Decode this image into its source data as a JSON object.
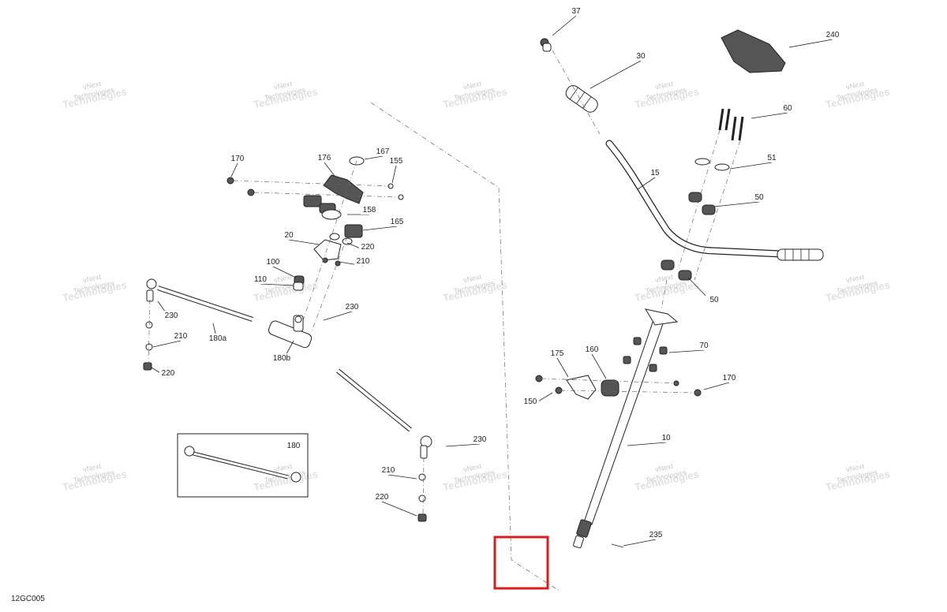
{
  "watermark": {
    "line1": "vNext",
    "line2": "Technologies"
  },
  "drawing_code": "12GC005",
  "inset_label": "180",
  "parts": [
    "37",
    "30",
    "240",
    "60",
    "15",
    "51",
    "50",
    "50",
    "70",
    "160",
    "175",
    "170",
    "150",
    "10",
    "235",
    "170",
    "176",
    "167",
    "155",
    "158",
    "165",
    "20",
    "220",
    "210",
    "100",
    "110",
    "230",
    "230",
    "210",
    "180a",
    "180b",
    "220",
    "230",
    "210",
    "220"
  ],
  "highlight_color": "#d81e1e"
}
